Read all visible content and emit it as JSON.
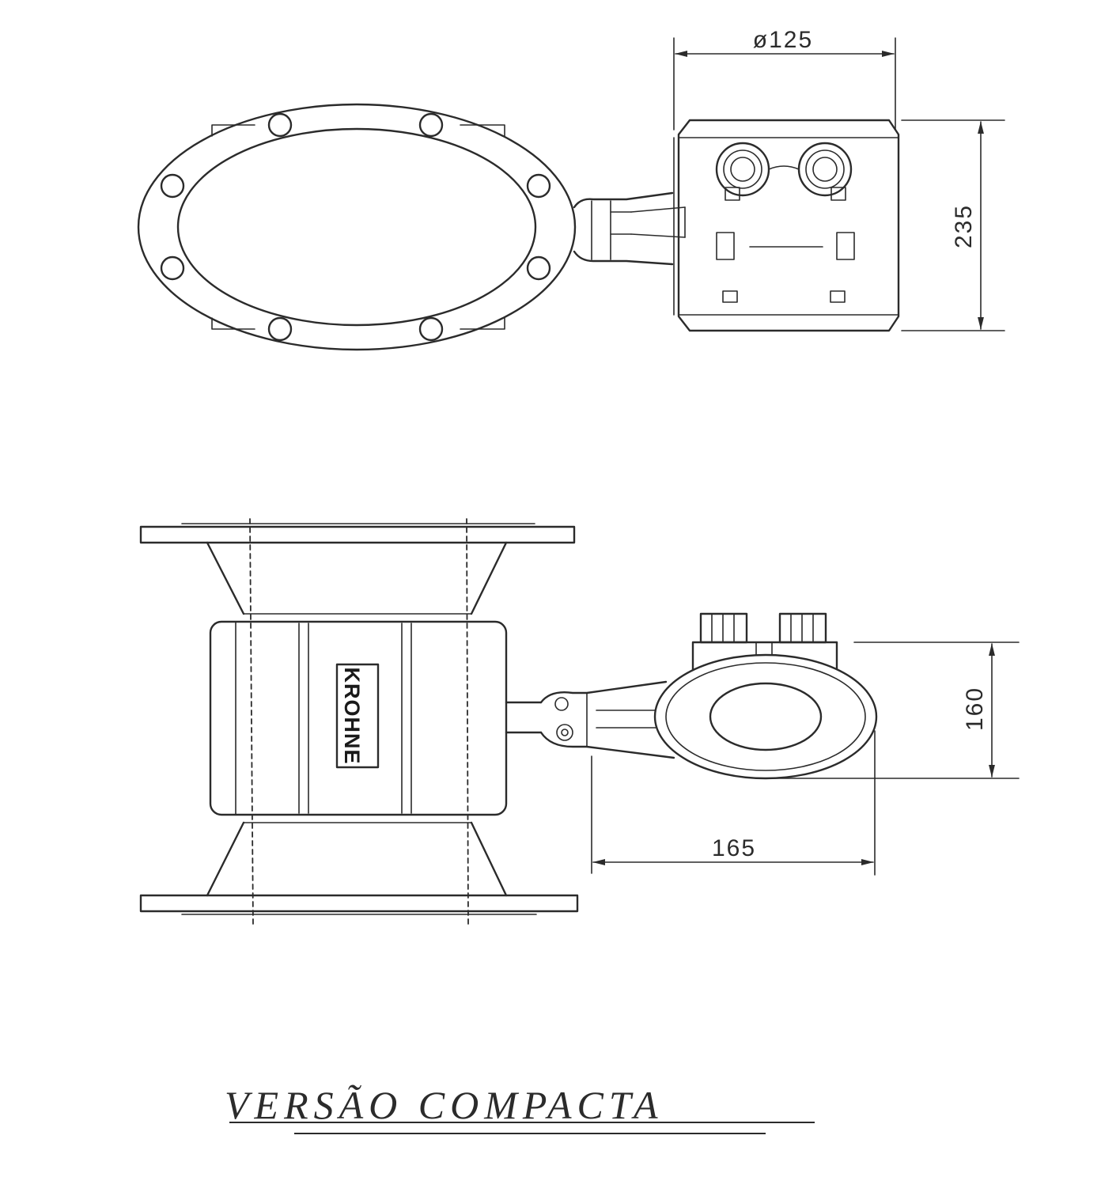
{
  "dimensions": {
    "housing_diameter": "ø125",
    "housing_height": "235",
    "converter_diameter": "160",
    "converter_offset": "165"
  },
  "nameplate": "KROHNE",
  "caption": "VERSÃO  COMPACTA"
}
